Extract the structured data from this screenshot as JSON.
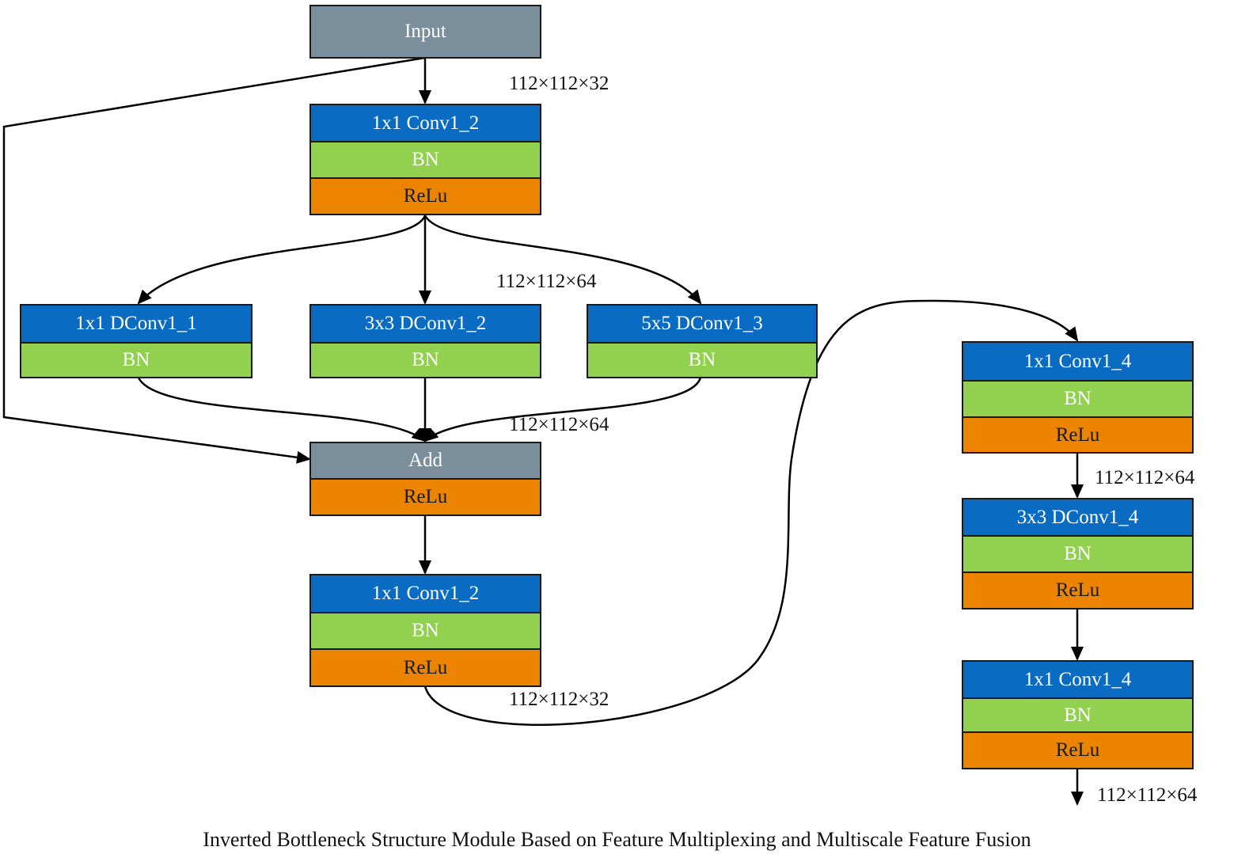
{
  "blocks": {
    "input": {
      "label": "Input"
    },
    "conv1": {
      "conv": "1x1 Conv1_2",
      "bn": "BN",
      "relu": "ReLu"
    },
    "dconv1": {
      "conv": "1x1 DConv1_1",
      "bn": "BN"
    },
    "dconv2": {
      "conv": "3x3 DConv1_2",
      "bn": "BN"
    },
    "dconv3": {
      "conv": "5x5 DConv1_3",
      "bn": "BN"
    },
    "add": {
      "label": "Add",
      "relu": "ReLu"
    },
    "conv2": {
      "conv": "1x1 Conv1_2",
      "bn": "BN",
      "relu": "ReLu"
    },
    "conv4a": {
      "conv": "1x1 Conv1_4",
      "bn": "BN",
      "relu": "ReLu"
    },
    "dconv4": {
      "conv": "3x3 DConv1_4",
      "bn": "BN",
      "relu": "ReLu"
    },
    "conv4b": {
      "conv": "1x1 Conv1_4",
      "bn": "BN",
      "relu": "ReLu"
    }
  },
  "dims": {
    "after_input": "112×112×32",
    "after_expand": "112×112×64",
    "after_branches": "112×112×64",
    "after_project": "112×112×32",
    "right_mid": "112×112×64",
    "output": "112×112×64"
  },
  "caption": "Inverted  Bottleneck Structure Module Based  on Feature Multiplexing  and  Multiscale Feature Fusion",
  "colors": {
    "conv": "#0a6bc2",
    "bn": "#92d050",
    "relu": "#ec8400",
    "input_add": "#7a8f9b",
    "line": "#000000"
  }
}
